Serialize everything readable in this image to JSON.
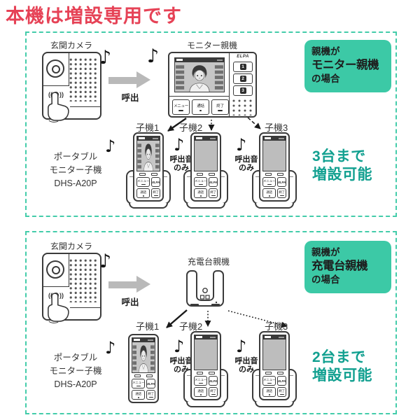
{
  "title": "本機は増設専用です",
  "music_note": "♪",
  "common": {
    "camera_label": "玄関カメラ",
    "call_label": "呼出",
    "ring_only_line1": "呼出音",
    "ring_only_line2": "のみ",
    "product_line1": "ポータブル",
    "product_line2": "モニター子機",
    "product_line3": "DHS-A20P",
    "handset1_label": "子機1",
    "handset2_label": "子機2",
    "handset3_label": "子機3"
  },
  "device": {
    "brand": "ELPA",
    "menu_button": "メニュー",
    "talk_button": "通話",
    "end_button": "終了",
    "channel1": "1",
    "channel2": "2",
    "channel3": "3"
  },
  "section_monitor": {
    "parent_label": "モニター親機",
    "badge_line1": "親機が",
    "badge_line2": "モニター親機",
    "badge_line3": "の場合",
    "capacity_line1": "3台まで",
    "capacity_line2": "増設可能"
  },
  "section_cradle": {
    "parent_label": "充電台親機",
    "badge_line1": "親機が",
    "badge_line2": "充電台親機",
    "badge_line3": "の場合",
    "capacity_line1": "2台まで",
    "capacity_line2": "増設可能"
  },
  "colors": {
    "title_red": "#e64256",
    "panel_border_teal": "#44ccaa",
    "badge_teal": "#3cc9a6",
    "capacity_teal": "#12a090"
  }
}
